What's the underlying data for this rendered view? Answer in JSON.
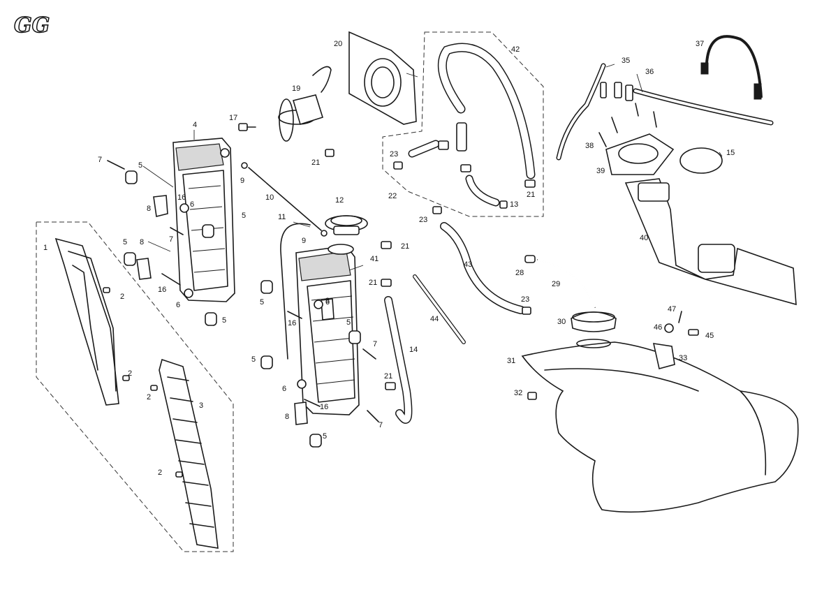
{
  "logo": {
    "text": "GG"
  },
  "labels": {
    "n1": "1",
    "n2a": "2",
    "n2b": "2",
    "n2c": "2",
    "n2d": "2",
    "n3": "3",
    "n4": "4",
    "n5a": "5",
    "n5b": "5",
    "n5c": "5",
    "n5d": "5",
    "n5e": "5",
    "n5f": "5",
    "n5g": "5",
    "n5h": "5",
    "n6a": "6",
    "n6b": "6",
    "n6c": "6",
    "n6d": "6",
    "n7a": "7",
    "n7b": "7",
    "n7c": "7",
    "n7d": "7",
    "n8a": "8",
    "n8b": "8",
    "n8c": "8",
    "n8d": "8",
    "n9a": "9",
    "n9b": "9",
    "n10": "10",
    "n11": "11",
    "n12": "12",
    "n13": "13",
    "n14": "14",
    "n15": "15",
    "n16a": "16",
    "n16b": "16",
    "n16c": "16",
    "n16d": "16",
    "n17": "17",
    "n19": "19",
    "n20": "20",
    "n21a": "21",
    "n21b": "21",
    "n21c": "21",
    "n21d": "21",
    "n21e": "21",
    "n22": "22",
    "n23a": "23",
    "n23b": "23",
    "n23c": "23",
    "n28": "28",
    "n29": "29",
    "n30": "30",
    "n31": "31",
    "n32": "32",
    "n33": "33",
    "n35": "35",
    "n36": "36",
    "n37": "37",
    "n38": "38",
    "n39": "39",
    "n40": "40",
    "n41": "41",
    "n42": "42",
    "n43": "43",
    "n44": "44",
    "n45": "45",
    "n46": "46",
    "n47": "47"
  },
  "colors": {
    "line": "#1a1a1a",
    "background": "#ffffff"
  }
}
